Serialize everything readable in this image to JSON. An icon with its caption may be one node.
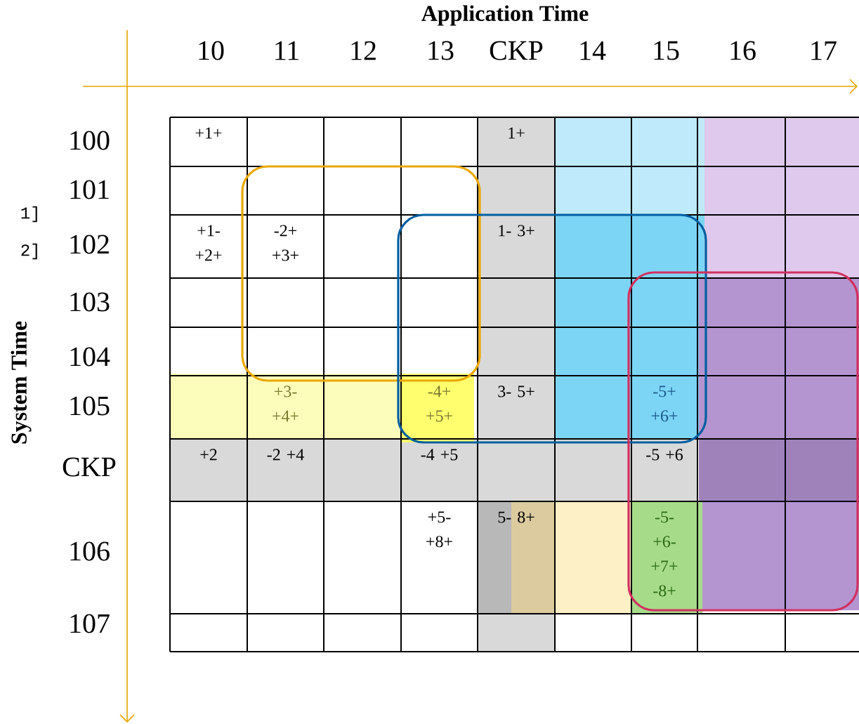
{
  "diagram": {
    "labels": [
      "Application Time",
      "10",
      "11",
      "12",
      "13",
      "CKP",
      "14",
      "15",
      "16",
      "17",
      "System Time",
      "1]",
      "2]",
      "100",
      "101",
      "102",
      "103",
      "104",
      "105",
      "CKP",
      "106",
      "107",
      "+1+",
      "1+",
      "+1- +2+",
      "-2+ +3+",
      "1- 3+",
      "+3- +4+",
      "-4+ +5+",
      "3- 5+",
      "-5+ +6+",
      "+2",
      "-2 +4",
      "-4 +5",
      "-5 +6",
      "+5- +8+",
      "5- 8+",
      "-5- +6- +7+ -8+"
    ]
  }
}
